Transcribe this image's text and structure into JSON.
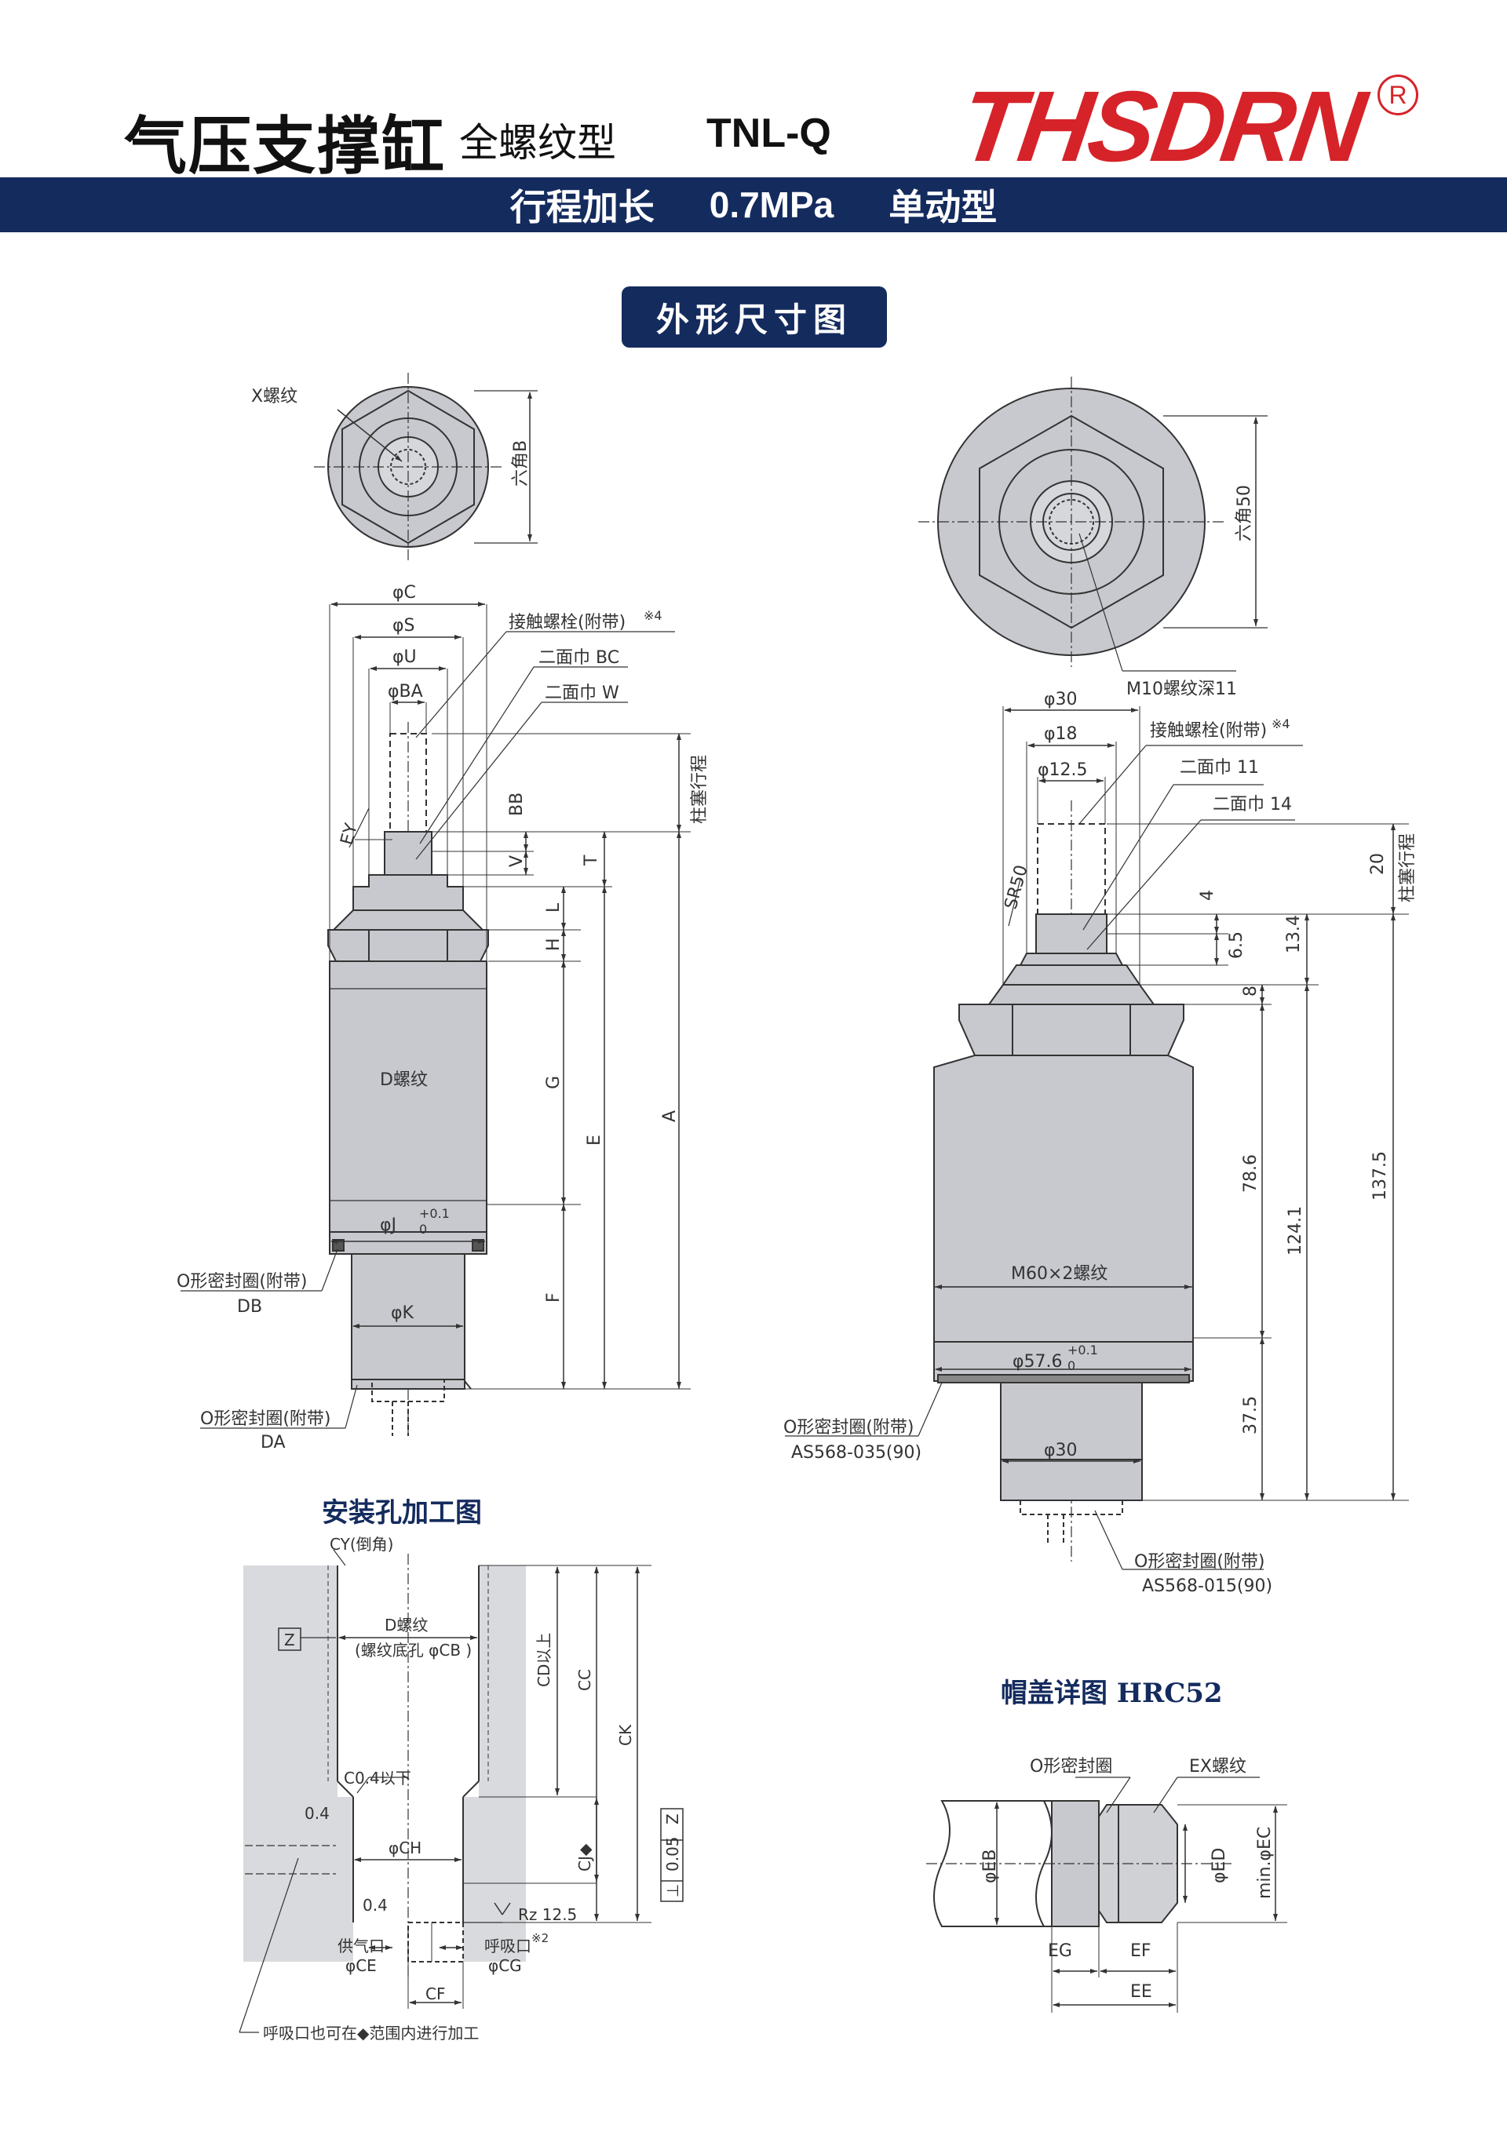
{
  "header": {
    "title": "气压支撑缸",
    "subtitle": "全螺纹型",
    "model": "TNL-Q",
    "brand": "THSDRN",
    "registered": "R",
    "brand_color": "#d62329"
  },
  "banner": {
    "stroke": "行程加长",
    "pressure": "0.7MPa",
    "action": "单动型",
    "color": "#142b5e"
  },
  "section_outline": "外形尺寸图",
  "section_mount": "安装孔加工图",
  "section_cap": "帽盖详图 HRC52",
  "left_drawing": {
    "x_thread": "X螺纹",
    "hex_b": "六角B",
    "phi_c": "φC",
    "phi_s": "φS",
    "phi_u": "φU",
    "phi_ba": "φBA",
    "contact_bolt": "接触螺栓(附带)",
    "note4": "※4",
    "flat_bc": "二面巾 BC",
    "flat_w": "二面巾 W",
    "plunger_stroke": "柱塞行程",
    "ey": "EY",
    "bb": "BB",
    "v": "V",
    "t": "T",
    "l": "L",
    "h": "H",
    "g": "G",
    "e": "E",
    "a": "A",
    "f": "F",
    "d_thread": "D螺纹",
    "phi_j": "φJ",
    "tol_plus": "+0.1",
    "tol_zero": "0",
    "phi_k": "φK",
    "oring": "O形密封圈(附带)",
    "db": "DB",
    "da": "DA"
  },
  "right_drawing": {
    "hex50": "六角50",
    "m10": "M10螺纹深11",
    "phi30": "φ30",
    "phi18": "φ18",
    "phi125": "φ12.5",
    "contact_bolt": "接触螺栓(附带)",
    "note4": "※4",
    "flat11": "二面巾 11",
    "flat14": "二面巾 14",
    "sr50": "SR50",
    "stroke20": "20",
    "plunger_stroke": "柱塞行程",
    "d4": "4",
    "d65": "6.5",
    "d134": "13.4",
    "d8": "8",
    "d786": "78.6",
    "d1241": "124.1",
    "d1375": "137.5",
    "d375": "37.5",
    "m60": "M60×2螺纹",
    "phi576": "φ57.6",
    "tol_plus": "+0.1",
    "tol_zero": "0",
    "phi30_bottom": "φ30",
    "oring": "O形密封圈(附带)",
    "as035": "AS568-035(90)",
    "as015": "AS568-015(90)"
  },
  "mount_drawing": {
    "cy": "CY(倒角)",
    "z": "Z",
    "d_thread": "D螺纹",
    "cb": "(螺纹底孔 φCB )",
    "cd": "CD以上",
    "cc": "CC",
    "ck": "CK",
    "c04": "C0.4以下",
    "v04a": "0.4",
    "cj": "CJ◆",
    "tol005": "0.05",
    "perp": "⊥",
    "phi_ch": "φCH",
    "v04b": "0.4",
    "rz": "Rz 12.5",
    "supply": "供气口",
    "phi_ce": "φCE",
    "breath": "呼吸口",
    "note2": "※2",
    "phi_cg": "φCG",
    "cf": "CF",
    "note": "呼吸口也可在◆范围内进行加工"
  },
  "cap_drawing": {
    "oring": "O形密封圈",
    "ex": "EX螺纹",
    "phi_eb": "φEB",
    "phi_ed": "φED",
    "min_ec": "min.φEC",
    "eg": "EG",
    "ef": "EF",
    "ee": "EE"
  }
}
